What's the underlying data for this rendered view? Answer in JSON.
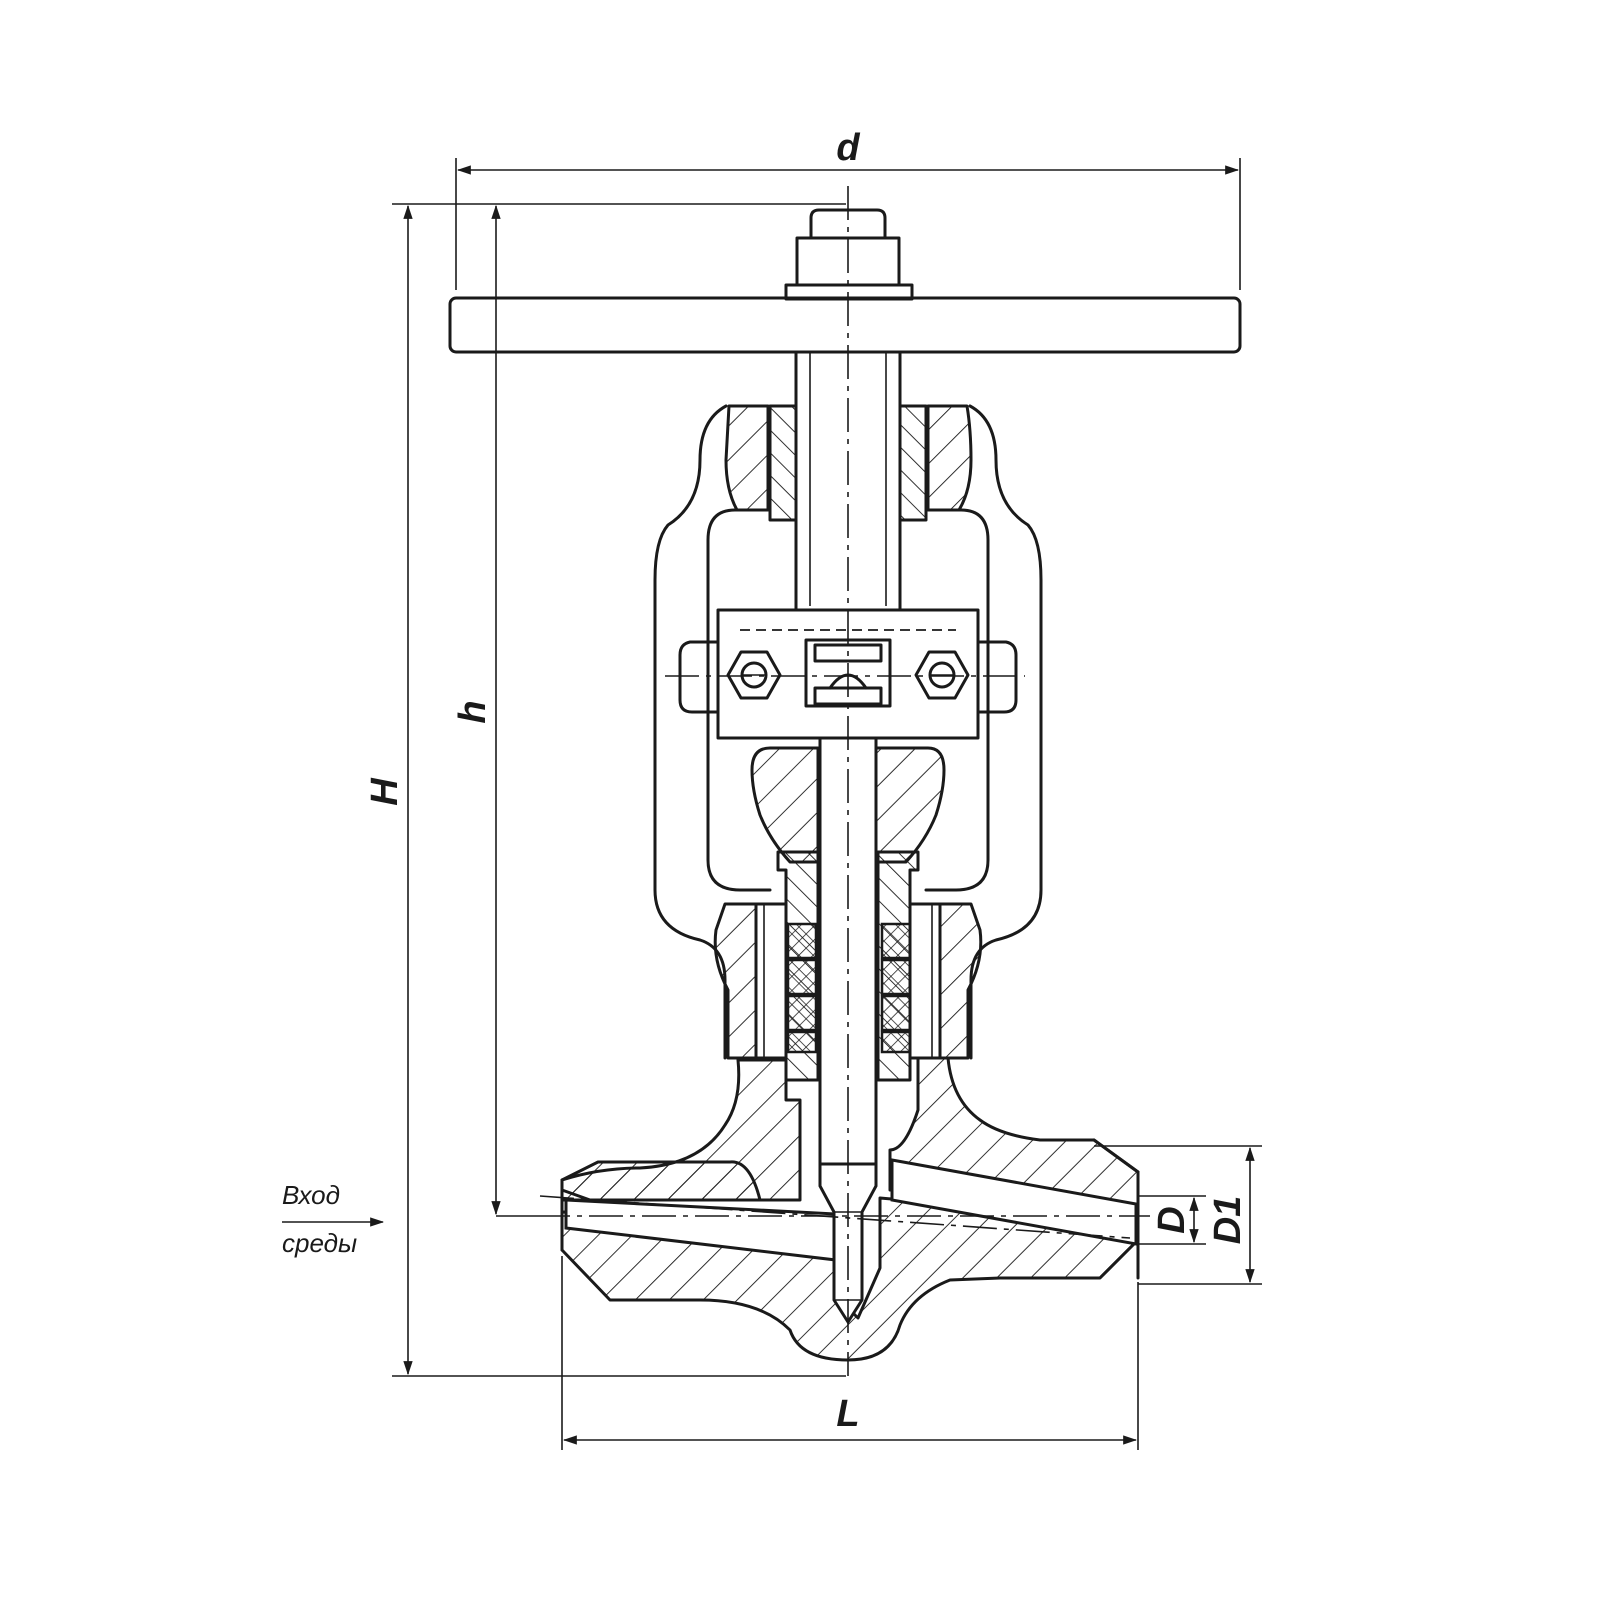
{
  "dimensions": {
    "d": "d",
    "H": "H",
    "h": "h",
    "L": "L",
    "D": "D",
    "D1": "D1"
  },
  "flow_note": {
    "line1": "Вход",
    "line2": "среды"
  }
}
